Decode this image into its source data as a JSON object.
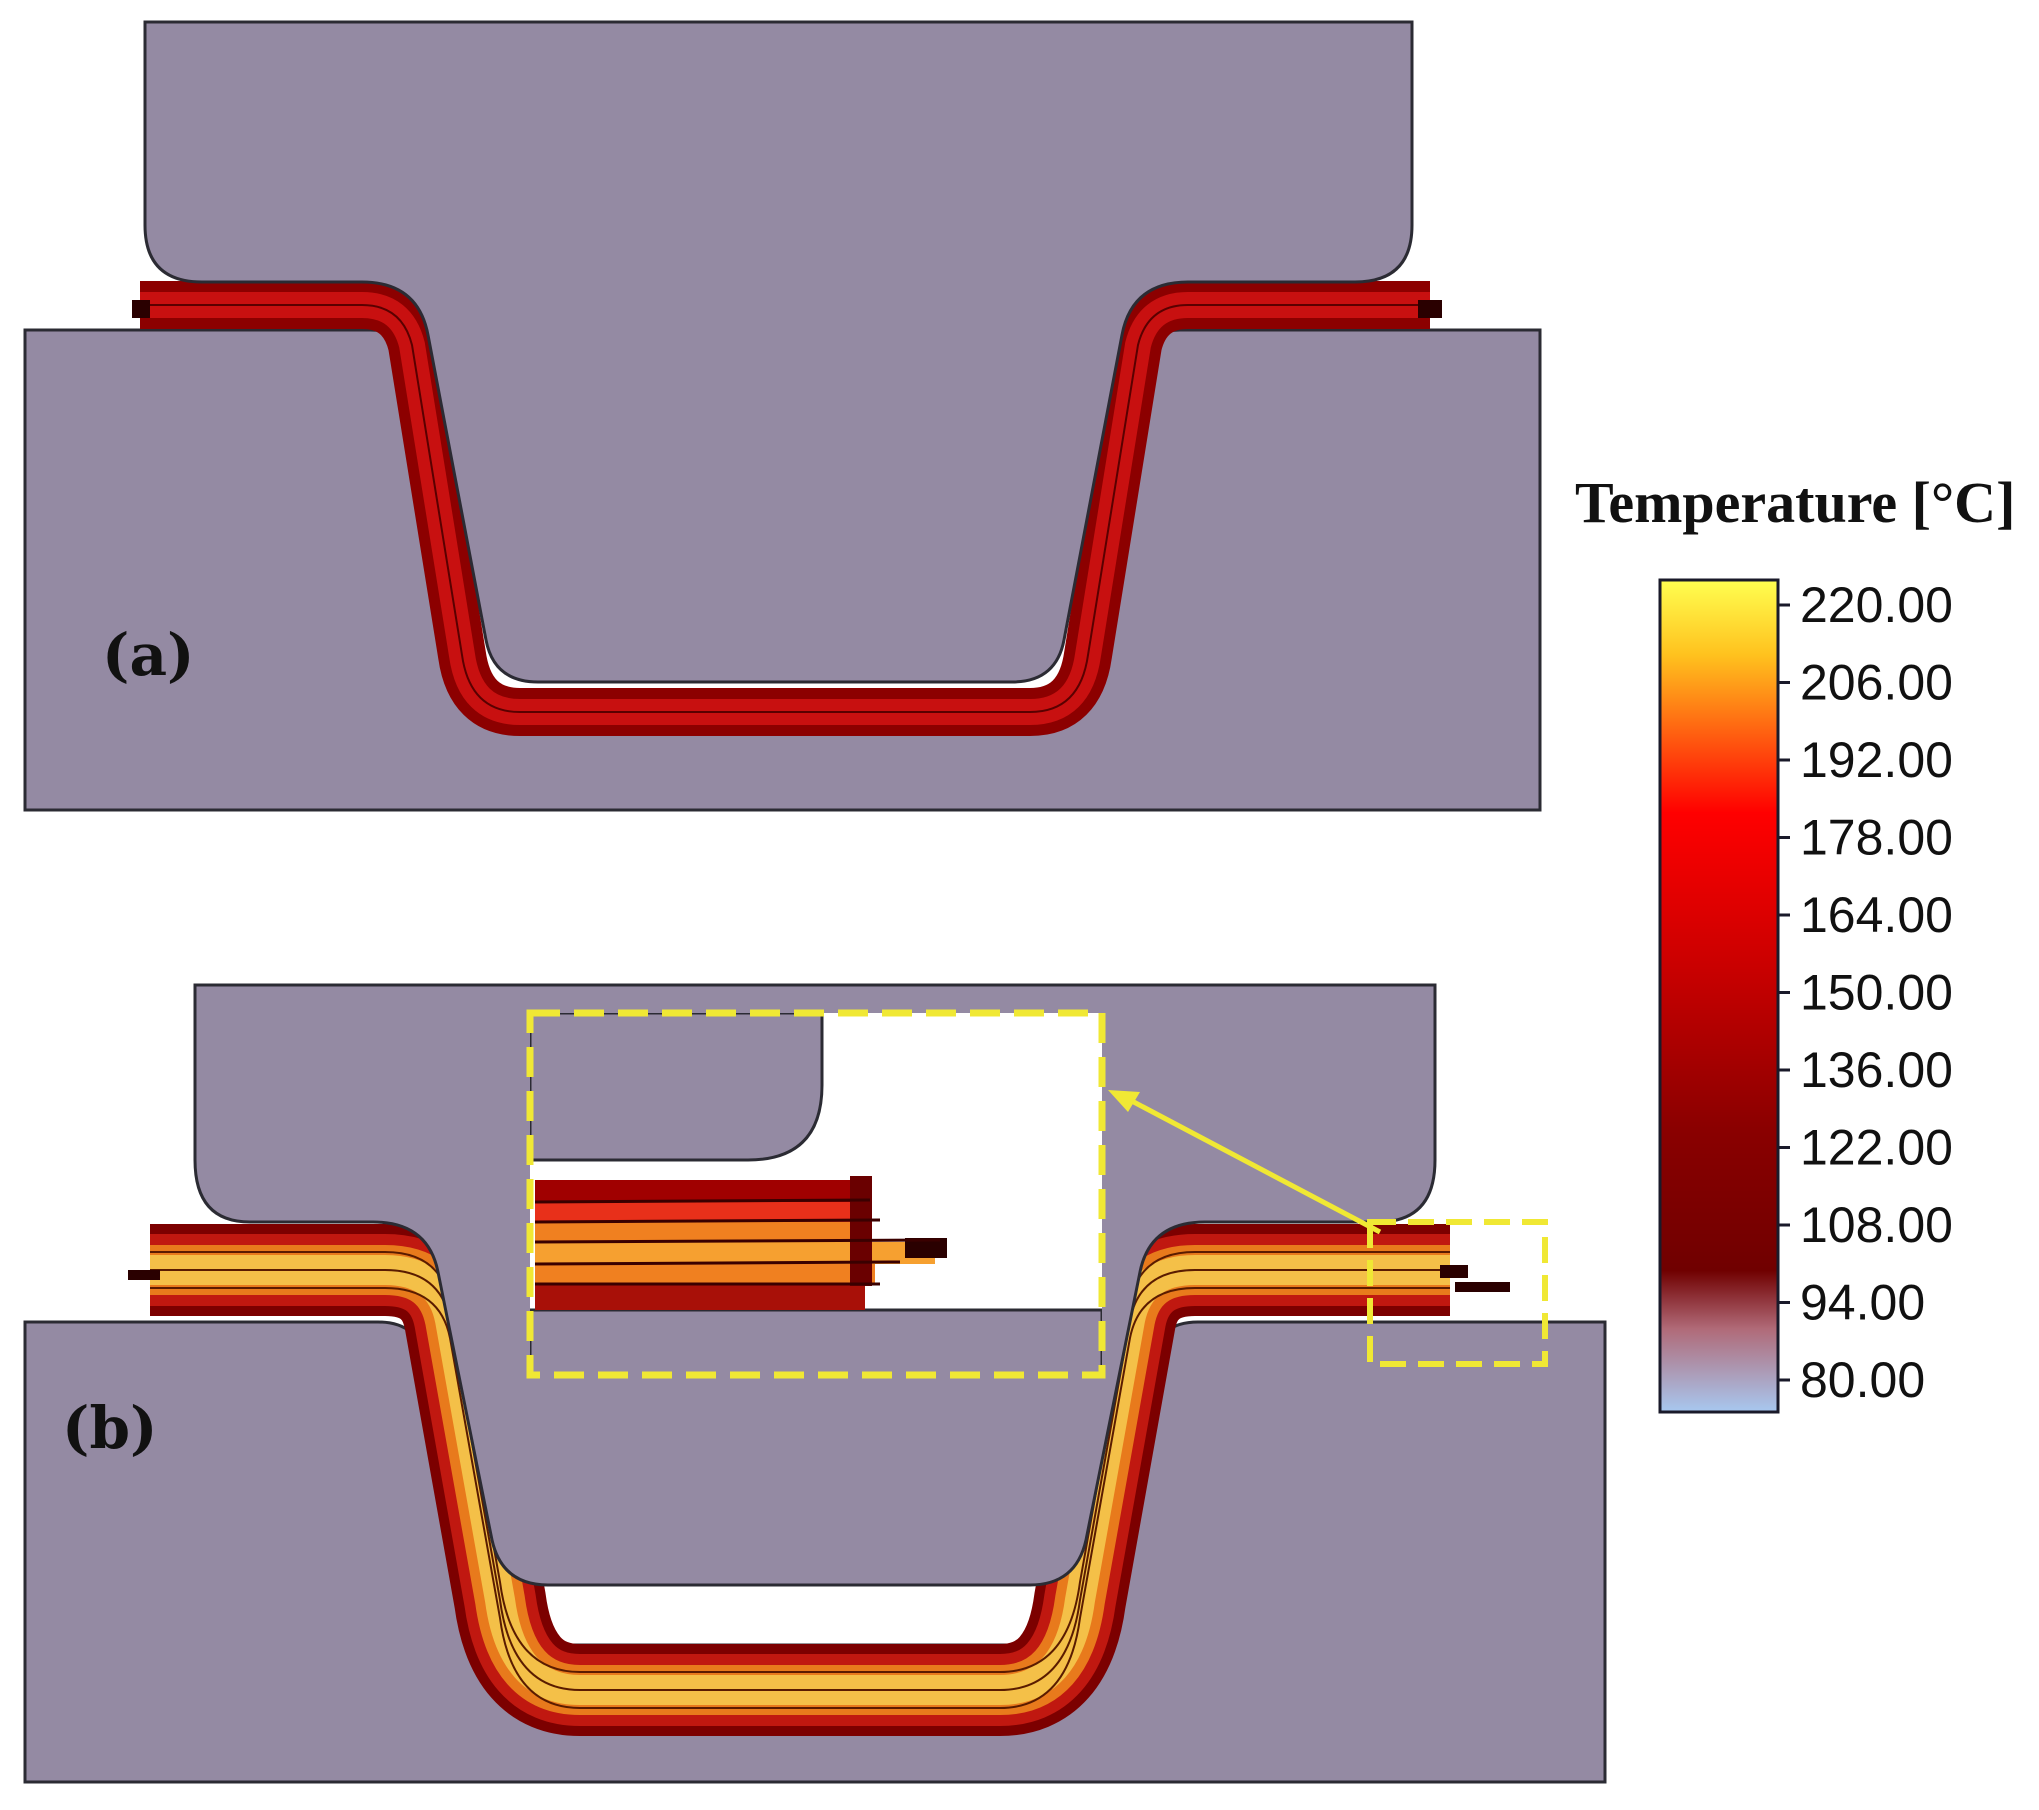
{
  "panels": [
    {
      "label": "(a)"
    },
    {
      "label": "(b)"
    }
  ],
  "legend": {
    "title": "Temperature [°C]",
    "ticks": [
      "220.00",
      "206.00",
      "192.00",
      "178.00",
      "164.00",
      "150.00",
      "136.00",
      "122.00",
      "108.00",
      "94.00",
      "80.00"
    ],
    "colormap": [
      "#ffff40",
      "#ffb020",
      "#ff3010",
      "#ff0000",
      "#d00000",
      "#a00000",
      "#800000",
      "#700000",
      "#d09aa0",
      "#a8c8f0"
    ]
  },
  "colors": {
    "die": "#948aa3",
    "die_edge": "#2b2b33",
    "laminate_dark": "#8c0000",
    "laminate_red": "#c61010",
    "laminate_orange": "#f08a1a",
    "laminate_yellow": "#f6c445",
    "zoom_box": "#f0e834"
  }
}
